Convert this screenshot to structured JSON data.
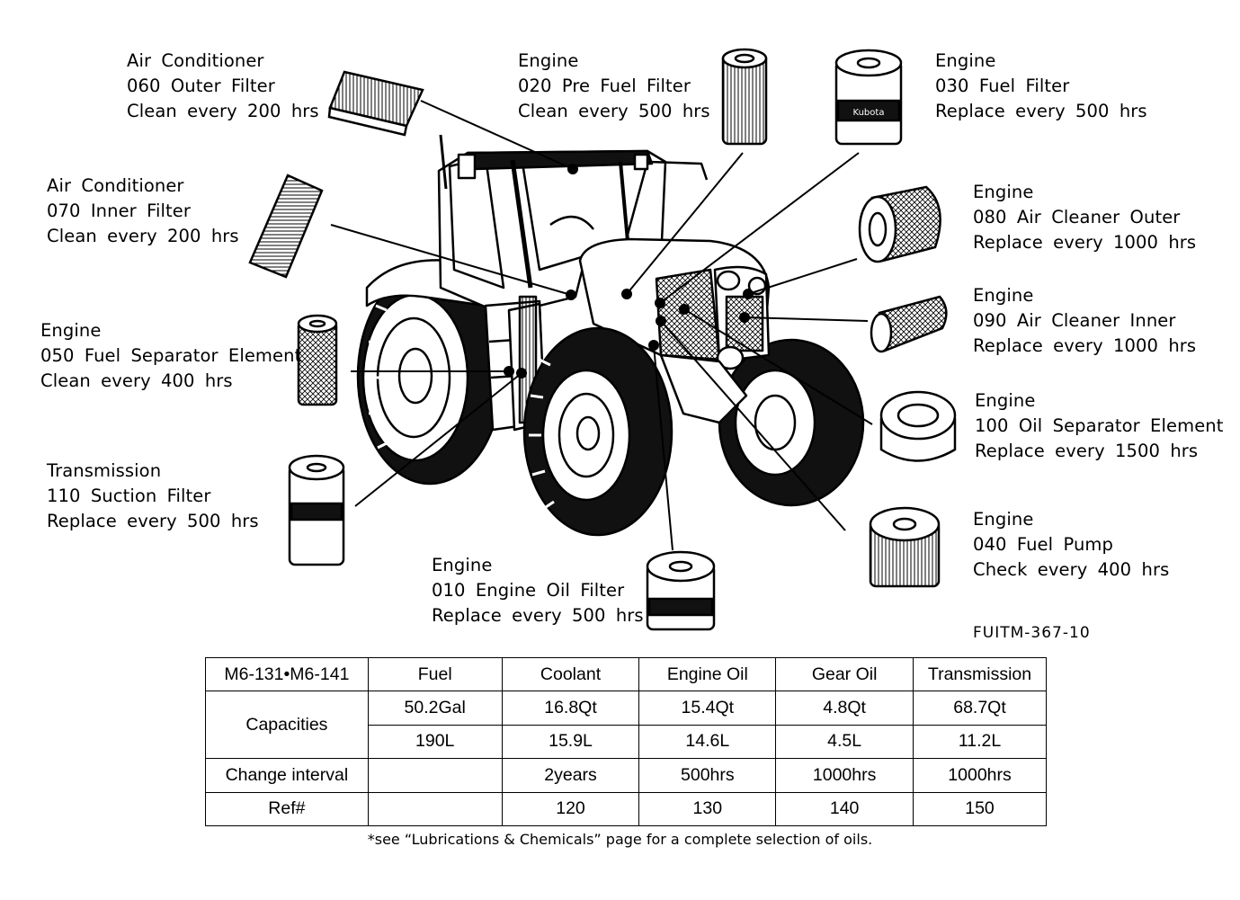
{
  "callouts": [
    {
      "id": "060",
      "lines": [
        "Air Conditioner",
        "060 Outer Filter",
        "Clean every 200 hrs"
      ]
    },
    {
      "id": "070",
      "lines": [
        "Air Conditioner",
        "070 Inner Filter",
        "Clean every 200 hrs"
      ]
    },
    {
      "id": "050",
      "lines": [
        "Engine",
        "050 Fuel Separator Element",
        "Clean every 400 hrs"
      ]
    },
    {
      "id": "110",
      "lines": [
        "Transmission",
        "110 Suction Filter",
        "Replace every 500 hrs"
      ]
    },
    {
      "id": "020",
      "lines": [
        "Engine",
        "020 Pre Fuel Filter",
        "Clean every 500 hrs"
      ]
    },
    {
      "id": "030",
      "lines": [
        "Engine",
        "030 Fuel Filter",
        "Replace every 500 hrs"
      ]
    },
    {
      "id": "080",
      "lines": [
        "Engine",
        "080 Air Cleaner Outer",
        "Replace every 1000 hrs"
      ]
    },
    {
      "id": "090",
      "lines": [
        "Engine",
        "090 Air Cleaner Inner",
        "Replace every 1000 hrs"
      ]
    },
    {
      "id": "100",
      "lines": [
        "Engine",
        "100 Oil Separator Element",
        "Replace every 1500 hrs"
      ]
    },
    {
      "id": "040",
      "lines": [
        "Engine",
        "040 Fuel Pump",
        "Check every 400 hrs"
      ]
    },
    {
      "id": "010",
      "lines": [
        "Engine",
        "010 Engine Oil Filter",
        "Replace every 500 hrs"
      ]
    }
  ],
  "filter_brand": "Kubota",
  "doc_code": "FUITM-367-10",
  "table": {
    "model": "M6-131•M6-141",
    "columns": [
      "Fuel",
      "Coolant",
      "Engine Oil",
      "Gear Oil",
      "Transmission"
    ],
    "capacities_label": "Capacities",
    "capacities_row1": [
      "50.2Gal",
      "16.8Qt",
      "15.4Qt",
      "4.8Qt",
      "68.7Qt"
    ],
    "capacities_row2": [
      "190L",
      "15.9L",
      "14.6L",
      "4.5L",
      "11.2L"
    ],
    "interval_label": "Change interval",
    "interval": [
      "",
      "2years",
      "500hrs",
      "1000hrs",
      "1000hrs"
    ],
    "ref_label": "Ref#",
    "ref": [
      "",
      "120",
      "130",
      "140",
      "150"
    ]
  },
  "footnote": "*see “Lubrications & Chemicals” page for a complete selection of oils."
}
